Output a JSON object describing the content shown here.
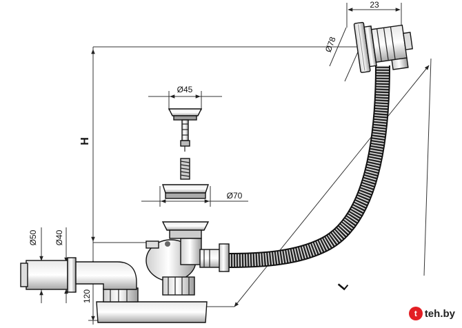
{
  "dimensions": {
    "top_width": "23",
    "overflow_diameter": "Ø78",
    "plug_diameter": "Ø45",
    "flange_diameter": "Ø70",
    "outlet_outer_diameter": "Ø50",
    "outlet_inner_diameter": "Ø40",
    "trap_height": "120",
    "height_label": "H",
    "length_label": "L"
  },
  "watermark": {
    "text": "teh.by",
    "accent_color": "#e31e24"
  }
}
